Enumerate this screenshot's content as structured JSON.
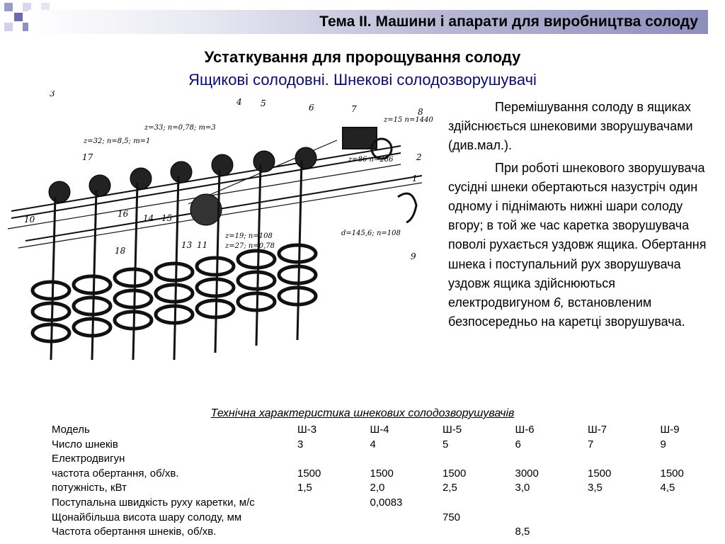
{
  "header": {
    "title": "Тема ІІ. Машини і апарати для виробництва солоду",
    "accent_color": "#8e8ebd"
  },
  "slide": {
    "title": "Устаткування для пророщування солоду",
    "subtitle": "Ящикові солодовні. Шнекові солодозворушувачі",
    "subtitle_color": "#0a0a78"
  },
  "figure": {
    "numbers": [
      "3",
      "4",
      "5",
      "6",
      "7",
      "8",
      "2",
      "1",
      "9",
      "17",
      "16",
      "14",
      "15",
      "13",
      "11",
      "18",
      "10"
    ],
    "annotations": [
      "z=33; n=0,78; m=3",
      "z=32; n=8,5; m=1",
      "z=15 n=1440",
      "z=86 n=286",
      "z=19; n=108",
      "z=27; n=0,78",
      "d=145,6; n=108"
    ]
  },
  "description": {
    "paragraph1": "Перемішування солоду в ящиках здійснюється шнековими зворушувачами (див.мал.).",
    "paragraph2_part1": "При роботі шнекового зворушувача сусідні шнеки обертаються назустріч один одному і піднімають нижні шари солоду вгору; в той же час каретка зворушувача поволі рухається уздовж ящика. Обертання шнека і поступальний рух зворушувача уздовж ящика здійснюються електродвигуном ",
    "paragraph2_em": "6,",
    "paragraph2_part2": " встановленим безпосередньо на каретці зворушувача."
  },
  "specs": {
    "caption": "Технічна характеристика шнекових солодозворушувачів",
    "rows": [
      {
        "label": "Модель",
        "values": [
          "Ш-3",
          "Ш-4",
          "Ш-5",
          "Ш-6",
          "Ш-7",
          "Ш-9"
        ]
      },
      {
        "label": "Число шнеків",
        "values": [
          "3",
          "4",
          "5",
          "6",
          "7",
          "9"
        ]
      },
      {
        "label": "Електродвигун",
        "values": [
          "",
          "",
          "",
          "",
          "",
          ""
        ]
      },
      {
        "label": "частота обертання, об/хв.",
        "values": [
          "1500",
          "1500",
          "1500",
          "3000",
          "1500",
          "1500"
        ]
      },
      {
        "label": "потужність, кВт",
        "values": [
          "1,5",
          "2,0",
          "2,5",
          "3,0",
          "3,5",
          "4,5"
        ]
      },
      {
        "label": "Поступальна швидкість руху каретки, м/с",
        "values": [
          "",
          "0,0083",
          "",
          "",
          "",
          ""
        ]
      },
      {
        "label": "Щонайбільша висота шару солоду, мм",
        "values": [
          "",
          "",
          "750",
          "",
          "",
          ""
        ]
      },
      {
        "label": "Частота обертання шнеків, об/хв.",
        "values": [
          "",
          "",
          "",
          "8,5",
          "",
          ""
        ]
      }
    ]
  }
}
